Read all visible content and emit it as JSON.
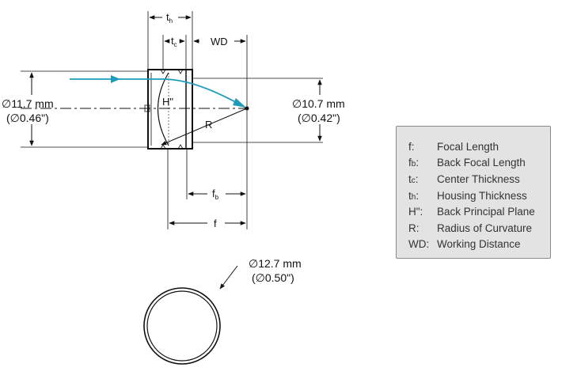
{
  "labels": {
    "th_main": "t",
    "th_sub": "h",
    "tc_main": "t",
    "tc_sub": "c",
    "wd": "WD",
    "h_principal": "H\"",
    "r": "R",
    "fb_main": "f",
    "fb_sub": "b",
    "f": "f"
  },
  "dimensions": {
    "left_diameter_mm": "∅11.7 mm",
    "left_diameter_in": "(∅0.46\")",
    "right_diameter_mm": "∅10.7 mm",
    "right_diameter_in": "(∅0.42\")",
    "housing_diameter_mm": "∅12.7 mm",
    "housing_diameter_in": "(∅0.50\")"
  },
  "legend": [
    {
      "sym": "f:",
      "sub": "",
      "sym_after": "",
      "desc": "Focal Length"
    },
    {
      "sym": "f",
      "sub": "b",
      "sym_after": ":",
      "desc": "Back Focal Length"
    },
    {
      "sym": "t",
      "sub": "c",
      "sym_after": ":",
      "desc": "Center Thickness"
    },
    {
      "sym": "t",
      "sub": "h",
      "sym_after": ":",
      "desc": "Housing Thickness"
    },
    {
      "sym": "H\":",
      "sub": "",
      "sym_after": "",
      "desc": "Back Principal Plane"
    },
    {
      "sym": "R:",
      "sub": "",
      "sym_after": "",
      "desc": "Radius of Curvature"
    },
    {
      "sym": "WD:",
      "sub": "",
      "sym_after": "",
      "desc": "Working Distance"
    }
  ],
  "colors": {
    "ray": "#1f9bb8",
    "line": "#111111",
    "legend_bg": "#e3e3e3",
    "legend_border": "#8a8a8a"
  }
}
